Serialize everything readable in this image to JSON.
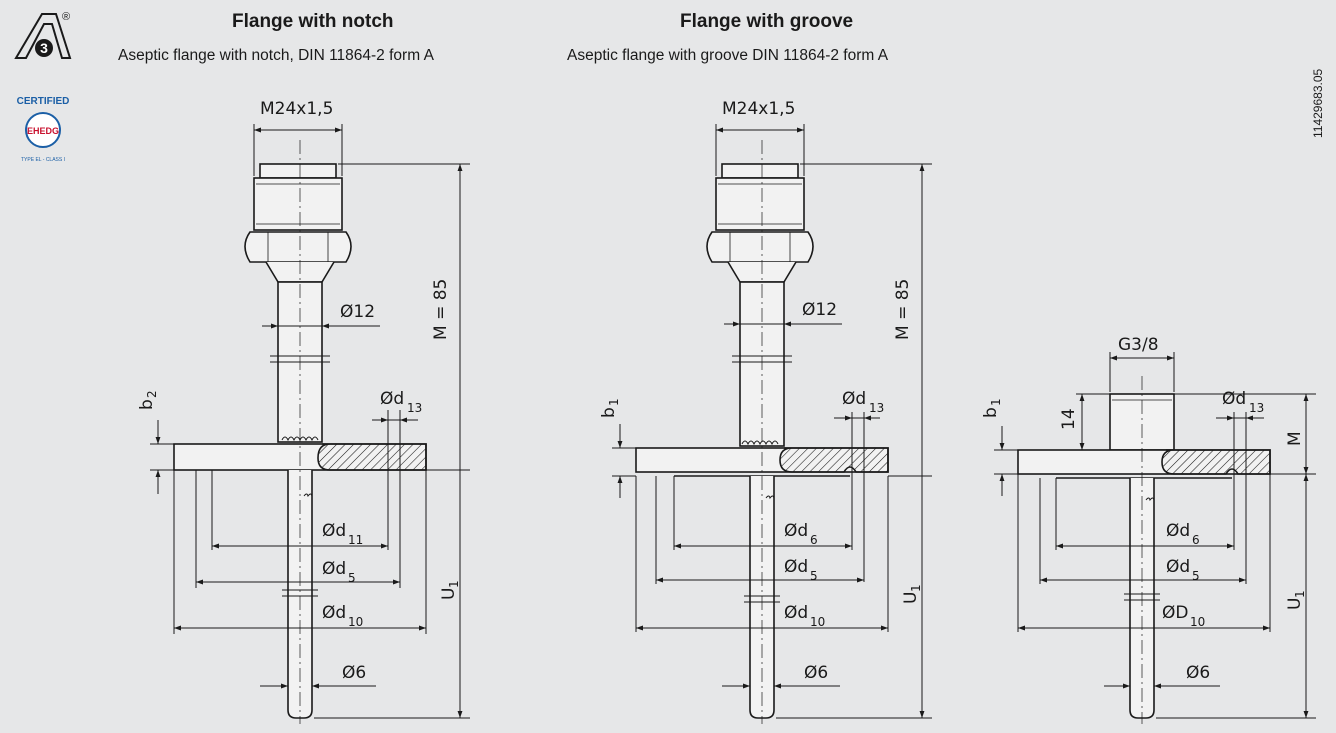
{
  "left": {
    "title": "Flange with notch",
    "subtitle": "Aseptic flange with notch, DIN 11864-2 form A",
    "thread": "M24x1,5",
    "neck": "Ø12",
    "length": "M = 85",
    "b": "b",
    "b_sub": "2",
    "d13": "Ød",
    "d13_sub": "13",
    "d11": "Ød",
    "d11_sub": "11",
    "d5": "Ød",
    "d5_sub": "5",
    "d10": "Ød",
    "d10_sub": "10",
    "u": "U",
    "u_sub": "1",
    "tip": "Ø6"
  },
  "middle": {
    "title": "Flange with groove",
    "subtitle": "Aseptic flange with groove DIN 11864-2 form A",
    "thread": "M24x1,5",
    "neck": "Ø12",
    "length": "M = 85",
    "b": "b",
    "b_sub": "1",
    "d13": "Ød",
    "d13_sub": "13",
    "d6": "Ød",
    "d6_sub": "6",
    "d5": "Ød",
    "d5_sub": "5",
    "d10": "Ød",
    "d10_sub": "10",
    "u": "U",
    "u_sub": "1",
    "tip": "Ø6"
  },
  "right": {
    "thread": "G3/8",
    "b": "b",
    "b_sub": "1",
    "fourteen": "14",
    "m": "M",
    "d13": "Ød",
    "d13_sub": "13",
    "d6": "Ød",
    "d6_sub": "6",
    "d5": "Ød",
    "d5_sub": "5",
    "d10": "ØD",
    "d10_sub": "10",
    "u": "U",
    "u_sub": "1",
    "tip": "Ø6"
  },
  "doc_number": "11429683.05",
  "logos": {
    "a3_mark": "3",
    "registered": "®",
    "certified": "CERTIFIED",
    "ehedg": "EHEDG",
    "ehedg_type": "TYPE EL - CLASS I"
  }
}
